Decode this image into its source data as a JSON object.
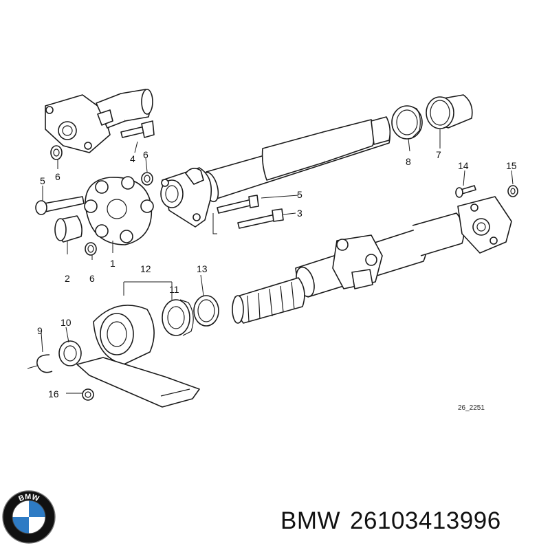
{
  "diagram": {
    "reference_code": "26_2251",
    "callouts": {
      "c1": "1",
      "c2": "2",
      "c3": "3",
      "c4": "4",
      "c5a": "5",
      "c5b": "5",
      "c6a": "6",
      "c6b": "6",
      "c6c": "6",
      "c7": "7",
      "c8": "8",
      "c9": "9",
      "c10": "10",
      "c11": "11",
      "c12": "12",
      "c13": "13",
      "c14": "14",
      "c15": "15",
      "c16": "16"
    }
  },
  "caption": {
    "brand": "BMW",
    "part_number": "26103413996"
  },
  "logo": {
    "brand_text": "BMW",
    "colors": {
      "blue": "#2e7bc4",
      "white": "#ffffff",
      "ring": "#111111"
    }
  }
}
